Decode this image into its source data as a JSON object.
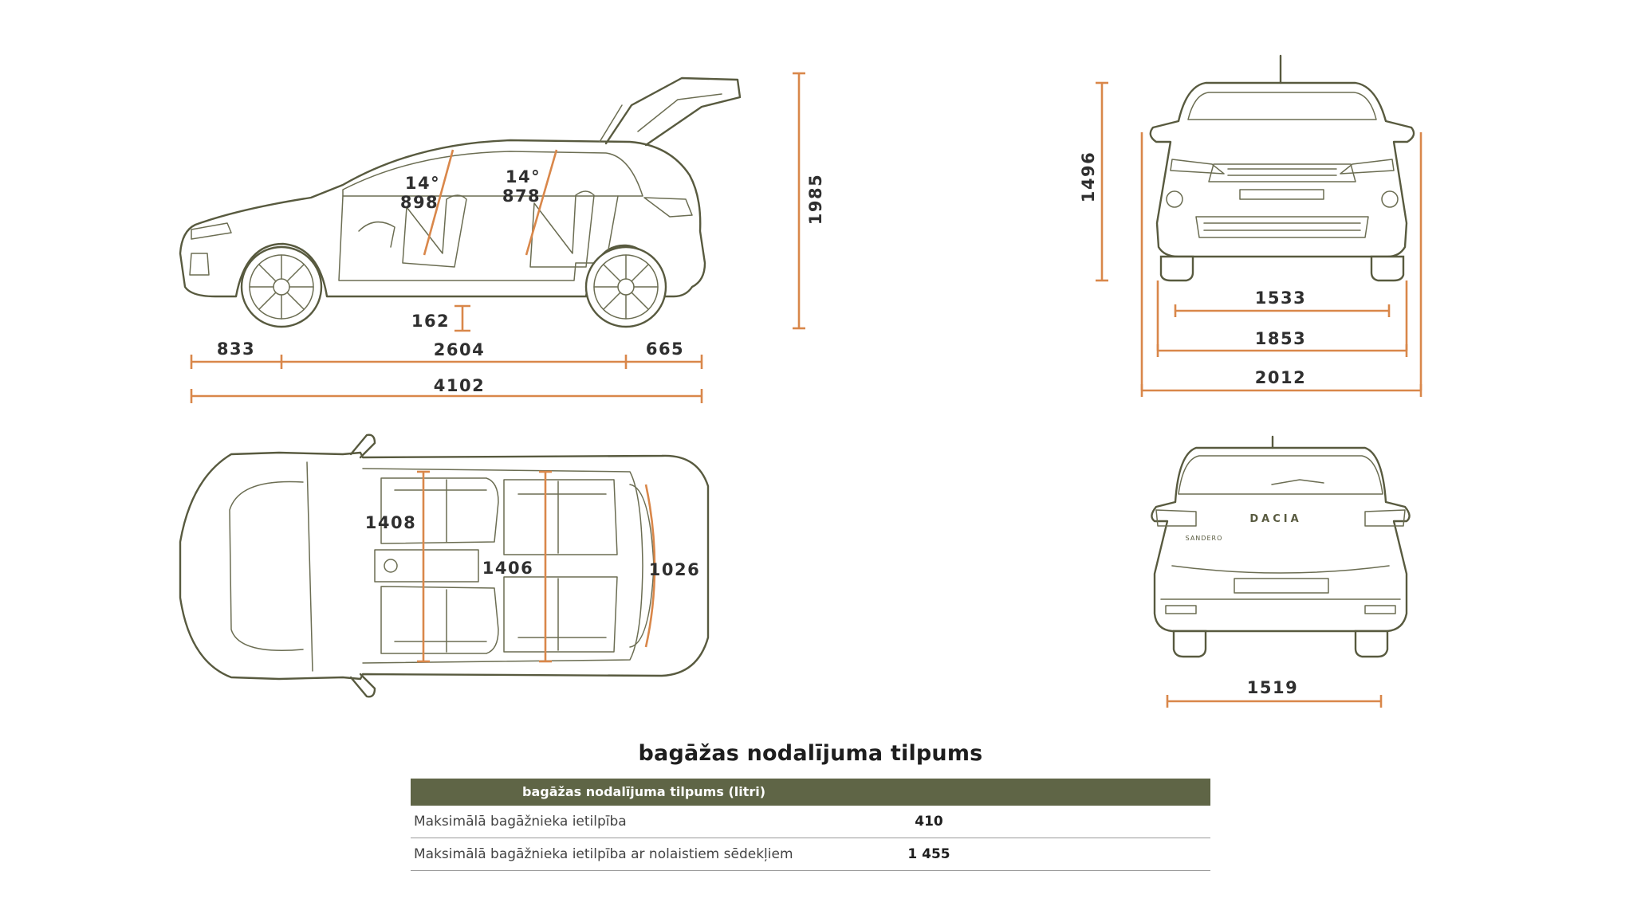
{
  "diagram": {
    "side_view": {
      "seat_angle_front": "14°",
      "seat_dim_front": "898",
      "seat_angle_rear": "14°",
      "seat_dim_rear": "878",
      "ground_clearance": "162",
      "front_overhang": "833",
      "wheelbase": "2604",
      "rear_overhang": "665",
      "length": "4102",
      "height_tailgate_open": "1985"
    },
    "front_view": {
      "height": "1496",
      "front_track": "1533",
      "width": "1853",
      "width_with_mirrors": "2012"
    },
    "top_view": {
      "front_shoulder": "1408",
      "rear_shoulder": "1406",
      "boot_width": "1026"
    },
    "rear_view": {
      "rear_track": "1519",
      "brand_badge": "DACIA",
      "model_badge": "SANDERO"
    }
  },
  "cargo": {
    "title": "bagāžas nodalījuma tilpums",
    "table_header": "bagāžas nodalījuma tilpums (litri)",
    "rows": [
      {
        "label": "Maksimālā bagāžnieka ietilpība",
        "value": "410"
      },
      {
        "label": "Maksimālā bagāžnieka ietilpība ar nolaistiem sēdekļiem",
        "value": "1 455"
      }
    ]
  },
  "colors": {
    "line": "#585a3f",
    "dimension": "#d9874a",
    "table_header": "#5f6546"
  }
}
